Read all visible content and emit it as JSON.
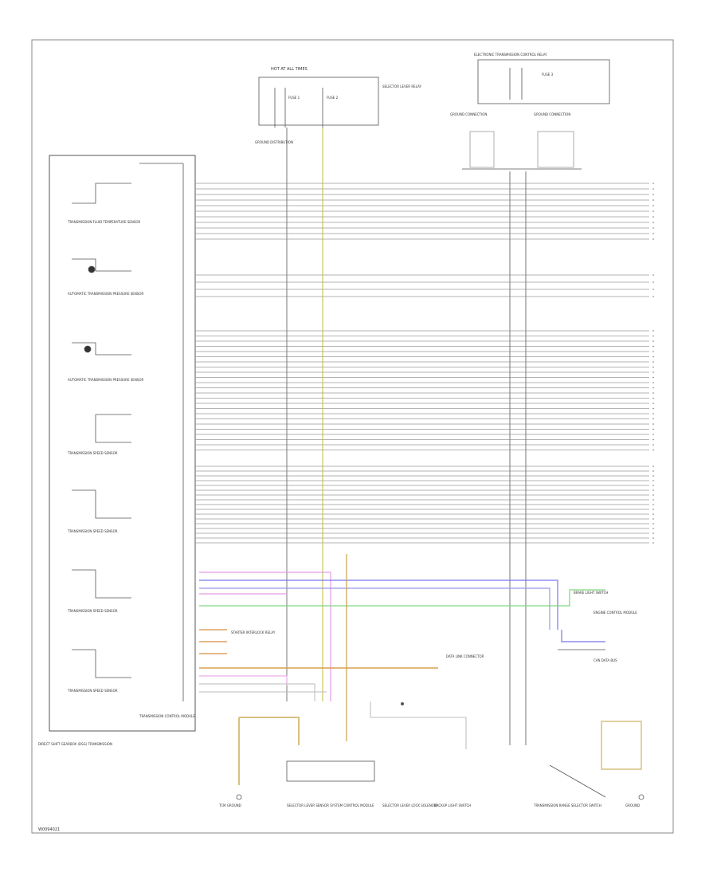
{
  "diagram": {
    "page_ref": "W0094021",
    "labels": {
      "hot_in_all": "HOT AT ALL TIMES",
      "relay_top_left": "SELECTOR LEVER RELAY",
      "relay_top_right": "ELECTRONIC TRANSMISSION CONTROL RELAY",
      "fuse_1": "FUSE 1",
      "fuse_2": "FUSE 2",
      "fuse_3": "FUSE 3",
      "ground_top": "GROUND DISTRIBUTION",
      "gnd_left": "TCM GROUND",
      "gnd_mid_a": "GROUND CONNECTION",
      "gnd_mid_b": "GROUND CONNECTION",
      "module_label": "TRANSMISSION CONTROL MODULE",
      "sensor_1": "TRANSMISSION FLUID TEMPERATURE SENSOR",
      "sensor_2": "AUTOMATIC TRANSMISSION PRESSURE SENSOR",
      "sensor_3": "AUTOMATIC TRANSMISSION PRESSURE SENSOR",
      "sensor_4": "TRANSMISSION SPEED SENSOR",
      "sensor_5": "TRANSMISSION SPEED SENSOR",
      "sensor_6": "TRANSMISSION SPEED SENSOR",
      "sensor_7": "TRANSMISSION SPEED SENSOR",
      "gearbox_label": "DIRECT SHIFT GEARBOX (DSG) TRANSMISSION",
      "right_label_1": "ENGINE CONTROL MODULE",
      "right_label_2": "CAN DATA BUS",
      "right_label_3": "BRAKE LIGHT SWITCH",
      "mid_label": "DATA LINK CONNECTOR",
      "bottom_1": "STARTER INTERLOCK RELAY",
      "bottom_2": "SELECTOR LEVER SENSOR SYSTEM CONTROL MODULE",
      "bottom_3": "SELECTOR LEVER LOCK SOLENOID",
      "bottom_4": "BACKUP LIGHT SWITCH",
      "bottom_5": "TRANSMISSION RANGE SELECTOR SWITCH",
      "bottom_6": "GROUND"
    }
  }
}
